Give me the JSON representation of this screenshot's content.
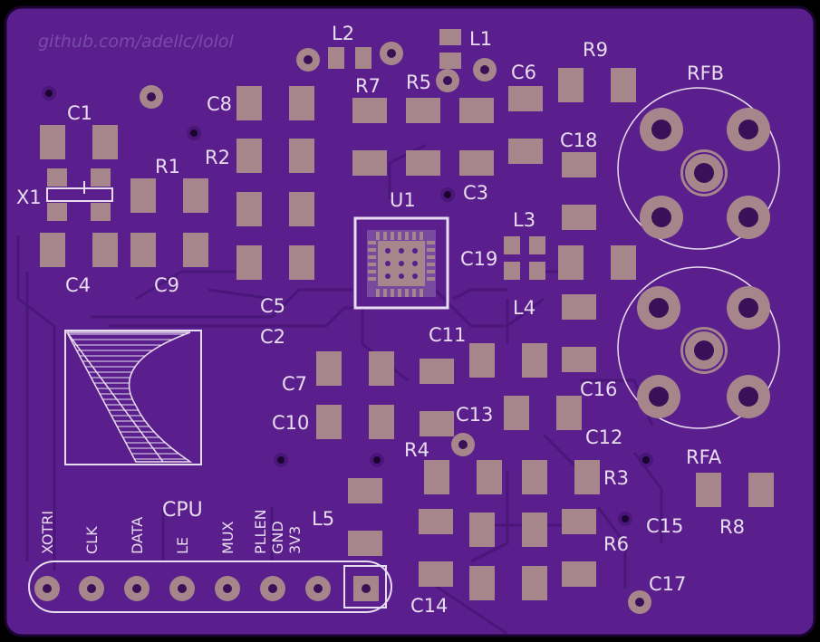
{
  "board": {
    "url_text": "github.com/adellc/lolol",
    "colors": {
      "mask": "#5a1f8c",
      "mask_dark": "#4a167a",
      "pad": "#a6868a",
      "silk": "#e8dcf0",
      "edge": "#000000"
    }
  },
  "labels": {
    "C1": "C1",
    "X1": "X1",
    "R1": "R1",
    "C4": "C4",
    "C9": "C9",
    "C8": "C8",
    "R2": "R2",
    "C5": "C5",
    "C2": "C2",
    "L2": "L2",
    "L1": "L1",
    "R7": "R7",
    "R5": "R5",
    "C6": "C6",
    "R9": "R9",
    "RFB": "RFB",
    "C18": "C18",
    "U1": "U1",
    "C3": "C3",
    "L3": "L3",
    "C19": "C19",
    "L4": "L4",
    "C11": "C11",
    "C16": "C16",
    "C7": "C7",
    "C10": "C10",
    "C13": "C13",
    "C12": "C12",
    "R4": "R4",
    "RFA": "RFA",
    "R3": "R3",
    "C15": "C15",
    "R8": "R8",
    "L5": "L5",
    "R6": "R6",
    "C17": "C17",
    "C14": "C14",
    "CPU": "CPU"
  },
  "header_pins": [
    "XOTRI",
    "CLK",
    "DATA",
    "LE",
    "MUX",
    "PLLEN",
    "GND",
    "3V3"
  ]
}
